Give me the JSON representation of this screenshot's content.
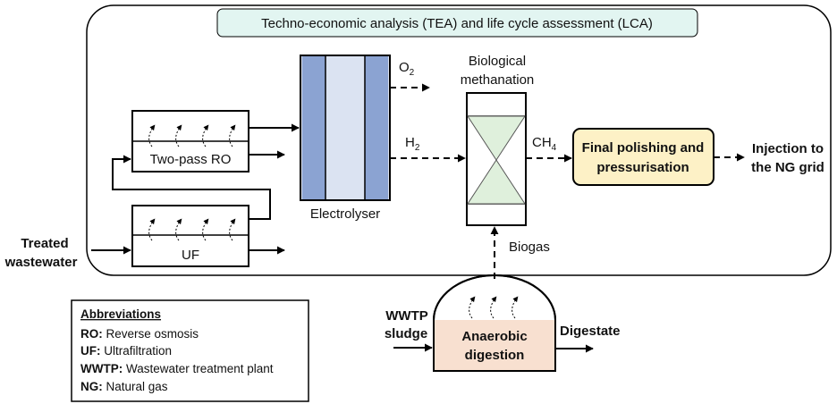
{
  "title": "Techno-economic analysis (TEA) and life cycle assessment (LCA)",
  "inputs": {
    "treated_wastewater": [
      "Treated",
      "wastewater"
    ],
    "wwtp_sludge": [
      "WWTP",
      "sludge"
    ]
  },
  "units": {
    "ro": "Two-pass RO",
    "uf": "UF",
    "electrolyser": "Electrolyser",
    "methanation": [
      "Biological",
      "methanation"
    ],
    "polishing": [
      "Final polishing and",
      "pressurisation"
    ],
    "digestion": [
      "Anaerobic",
      "digestion"
    ]
  },
  "streams": {
    "o2": "O",
    "o2_sub": "2",
    "h2": "H",
    "h2_sub": "2",
    "ch4": "CH",
    "ch4_sub": "4",
    "biogas": "Biogas",
    "digestate": "Digestate"
  },
  "output": [
    "Injection to",
    "the NG grid"
  ],
  "abbreviations": {
    "heading": "Abbreviations",
    "items": [
      {
        "key": "RO:",
        "value": " Reverse osmosis"
      },
      {
        "key": "UF:",
        "value": " Ultrafiltration"
      },
      {
        "key": "WWTP:",
        "value": " Wastewater treatment plant"
      },
      {
        "key": "NG:",
        "value": " Natural gas"
      }
    ]
  },
  "colors": {
    "title_bg": "#e2f5f1",
    "polish_bg": "#fdf1c6",
    "digest_bg": "#f8e0d0",
    "electrode": "#8ba3d2",
    "electrolyte": "#dbe3f2",
    "hourglass": "#dff0dc",
    "treated_text": "#c05a12",
    "output_text": "#20b08e",
    "grey_text": "#555555"
  }
}
